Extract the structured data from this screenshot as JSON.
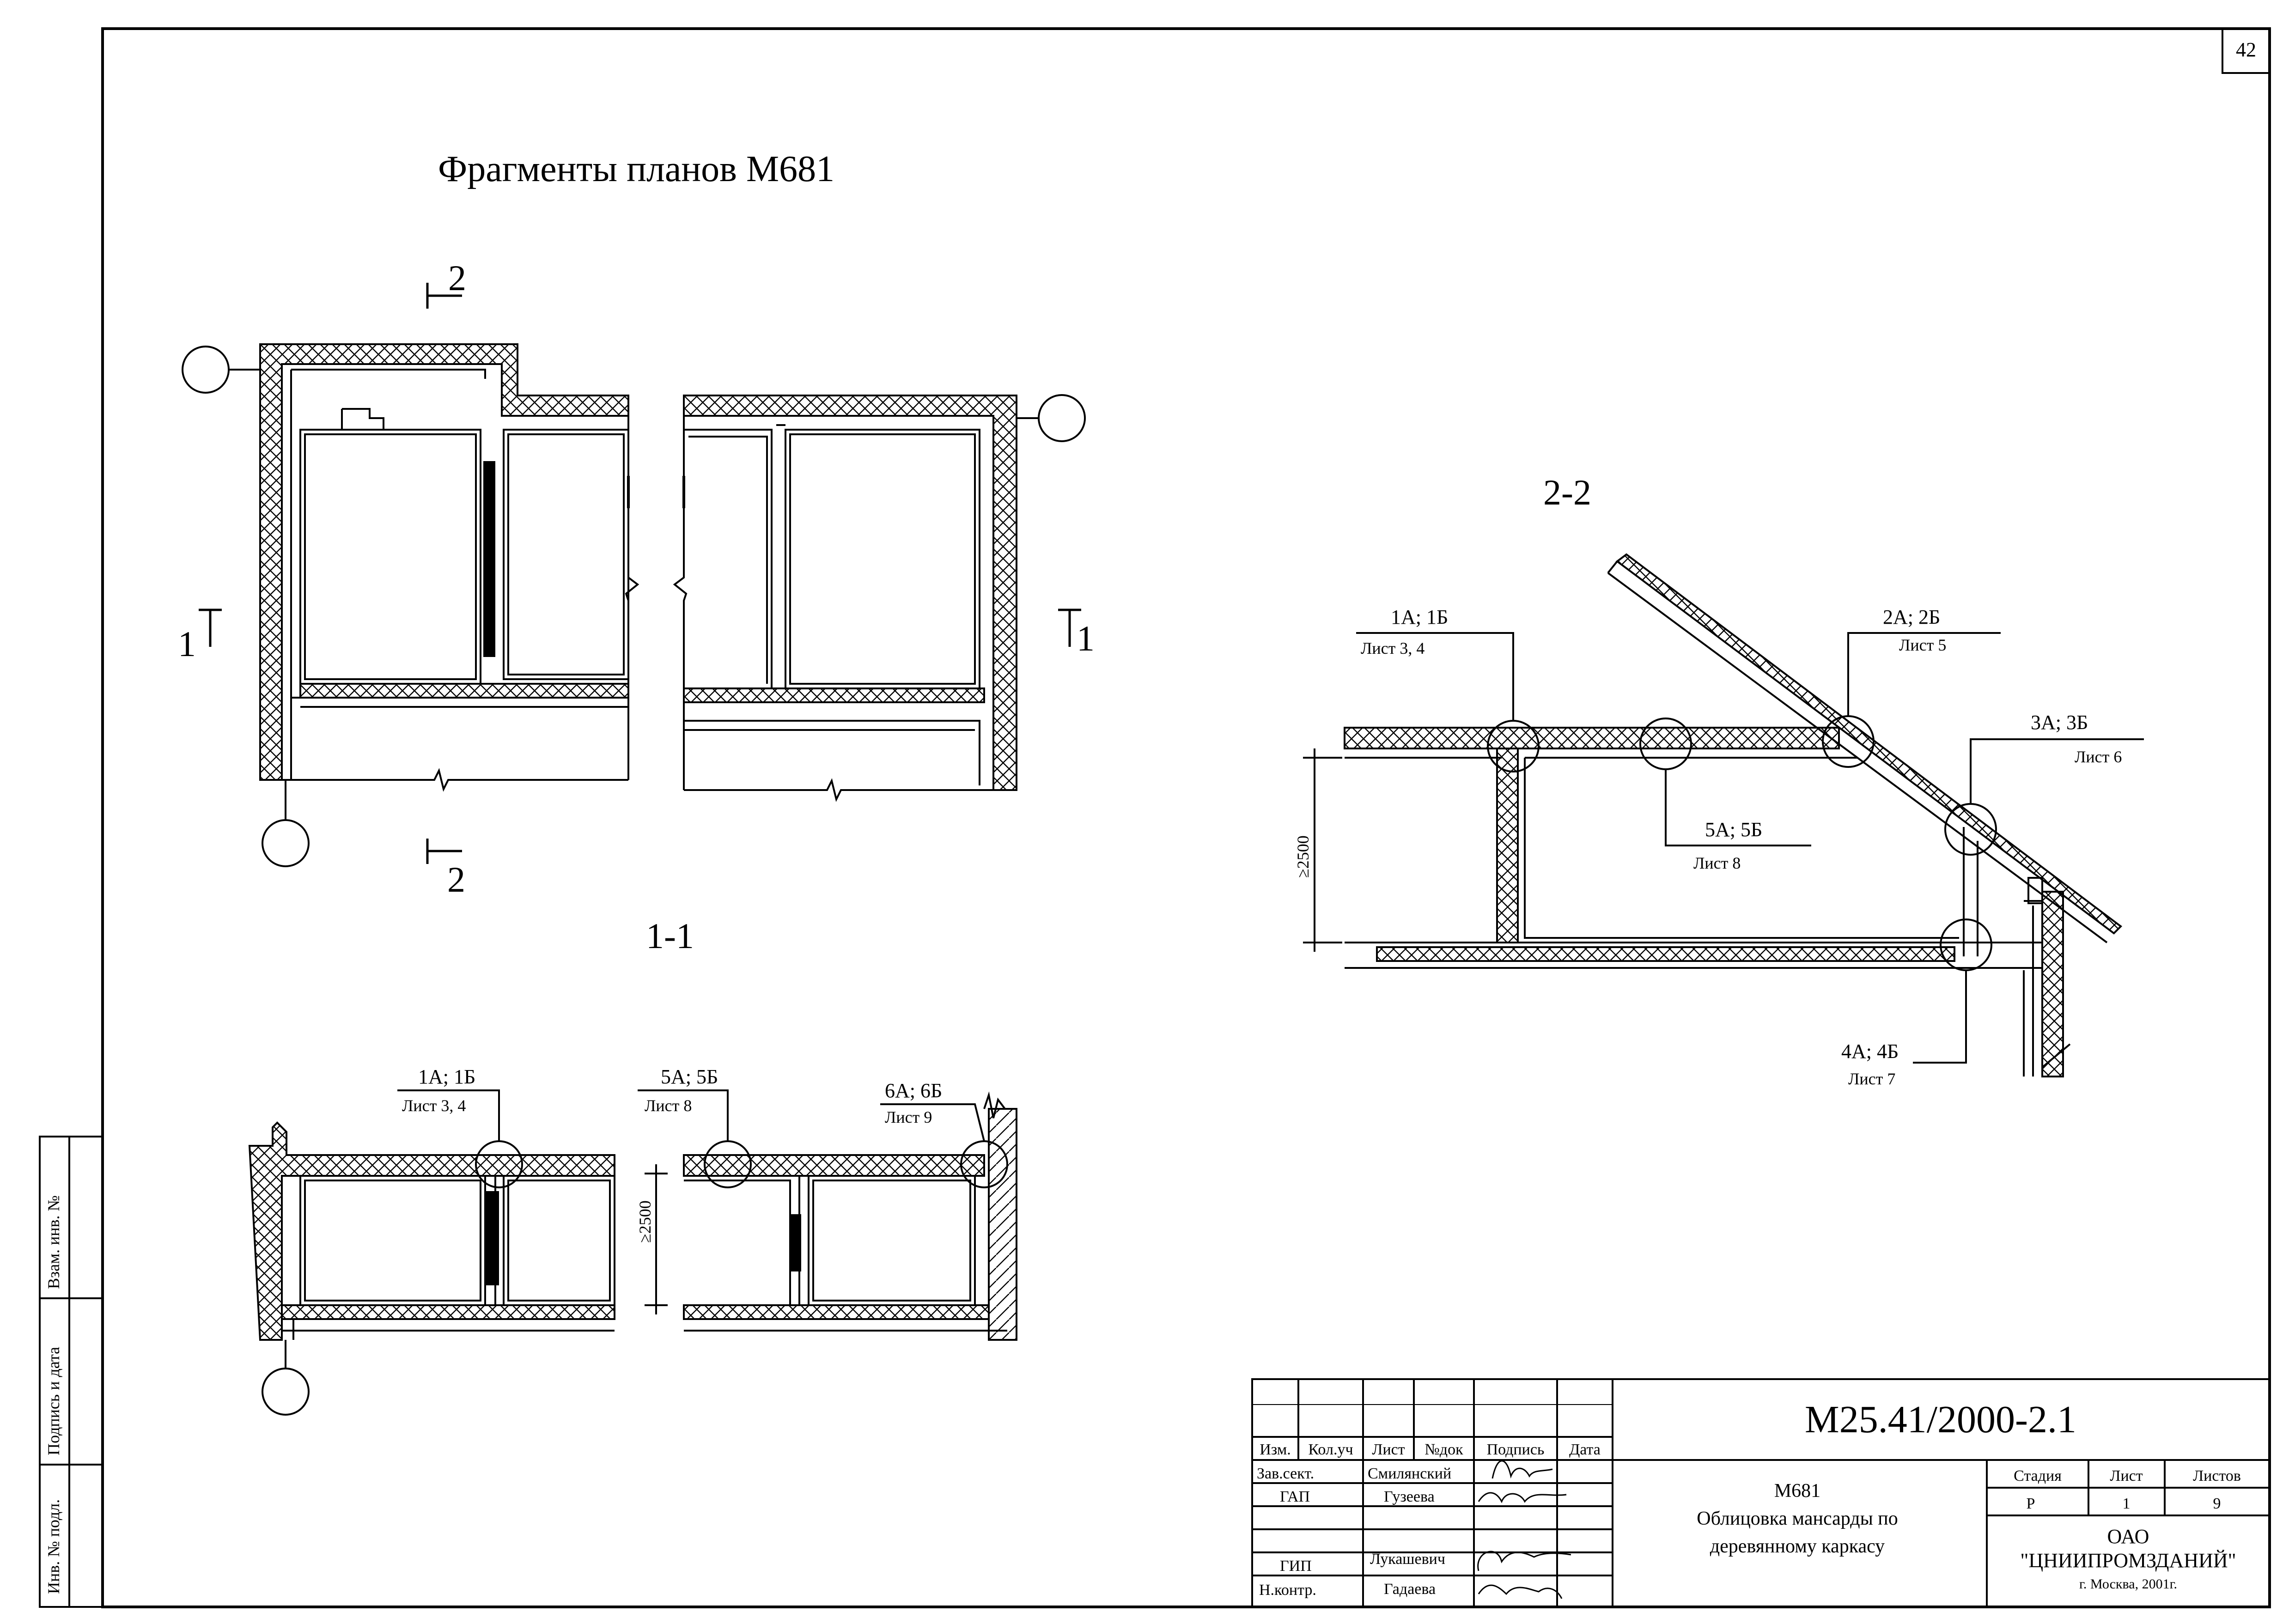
{
  "sheet": {
    "number": "42",
    "title": "Фрагменты планов М681"
  },
  "plan": {
    "cut_left_top": "2",
    "cut_left_bottom": "2",
    "cut_1_left": "1",
    "cut_1_right": "1"
  },
  "section_1_1": {
    "title": "1-1",
    "callouts": [
      {
        "ref": "1А; 1Б",
        "sheet": "Лист 3, 4"
      },
      {
        "ref": "5А; 5Б",
        "sheet": "Лист 8"
      },
      {
        "ref": "6А; 6Б",
        "sheet": "Лист 9"
      }
    ],
    "dimension": "≥2500"
  },
  "section_2_2": {
    "title": "2-2",
    "callouts": [
      {
        "ref": "1А; 1Б",
        "sheet": "Лист 3, 4"
      },
      {
        "ref": "2А; 2Б",
        "sheet": "Лист 5"
      },
      {
        "ref": "3А; 3Б",
        "sheet": "Лист 6"
      },
      {
        "ref": "5А; 5Б",
        "sheet": "Лист 8"
      },
      {
        "ref": "4А; 4Б",
        "sheet": "Лист 7"
      }
    ],
    "dimension": "≥2500"
  },
  "side_stamp": {
    "f1": "Взам. инв. №",
    "f2": "Подпись и дата",
    "f3": "Инв. № подл."
  },
  "title_block": {
    "code": "М25.41/2000-2.1",
    "headers": [
      "Изм.",
      "Кол.уч",
      "Лист",
      "№док",
      "Подпись",
      "Дата"
    ],
    "roles": [
      {
        "role": "Зав.сект.",
        "name": "Смилянский"
      },
      {
        "role": "ГАП",
        "name": "Гузеева"
      },
      {
        "role": "ГИП",
        "name": "Лукашевич"
      },
      {
        "role": "Н.контр.",
        "name": "Гадаева"
      }
    ],
    "desc_1": "М681",
    "desc_2": "Облицовка мансарды по",
    "desc_3": "деревянному каркасу",
    "stage_label": "Стадия",
    "sheet_label": "Лист",
    "sheets_label": "Листов",
    "stage": "Р",
    "sheet": "1",
    "sheets": "9",
    "org_1": "ОАО",
    "org_2": "\"ЦНИИПРОМЗДАНИЙ\"",
    "org_3": "г. Москва, 2001г."
  }
}
